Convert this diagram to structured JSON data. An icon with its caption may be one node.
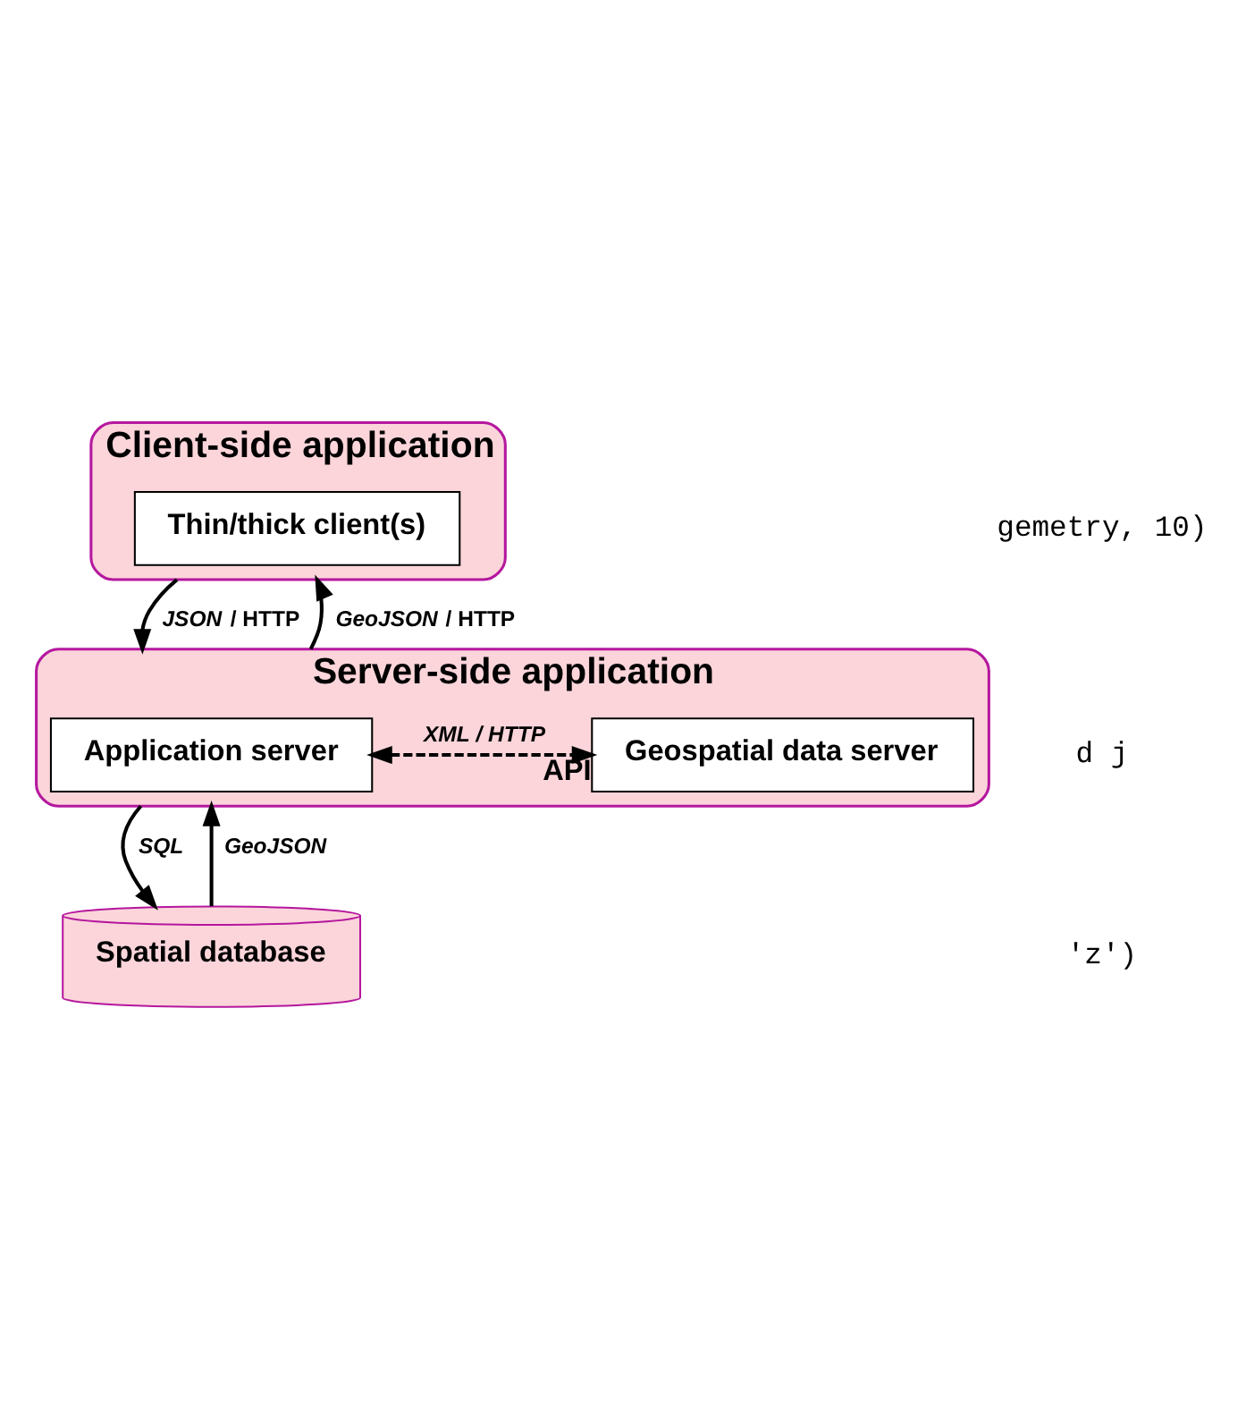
{
  "diagram": {
    "nodes": [
      {
        "text": [
          "Client-side application"
        ]
      },
      {
        "text": [
          "Thin/thick client(s)"
        ],
        "in": 0
      },
      {
        "text": [
          "Server-side application"
        ]
      },
      {
        "text": [
          "Application server"
        ],
        "in": 2
      },
      {
        "text": [
          "Geospatial data server"
        ],
        "in": 2,
        "beside": [
          "API"
        ]
      },
      {
        "text": [
          "Spatial database"
        ]
      }
    ],
    "edges": [
      {
        "from": 0,
        "to": 2,
        "arrow": "to",
        "label": "*JSON* / HTTP"
      },
      {
        "from": 2,
        "to": 0,
        "arrow": "to",
        "label": "*GeoJSON* / HTTP"
      },
      {
        "from": 3,
        "to": 4,
        "arrow": "both",
        "label": "XML / HTTP",
        "style": "dashed"
      },
      {
        "from": 2,
        "to": 5,
        "arrow": "to",
        "label": "SQL"
      },
      {
        "from": 5,
        "to": 2,
        "arrow": "to",
        "label": "GeoJSON"
      }
    ],
    "labels": [
      "gemetry, 10)",
      "d j",
      "'z')"
    ]
  }
}
